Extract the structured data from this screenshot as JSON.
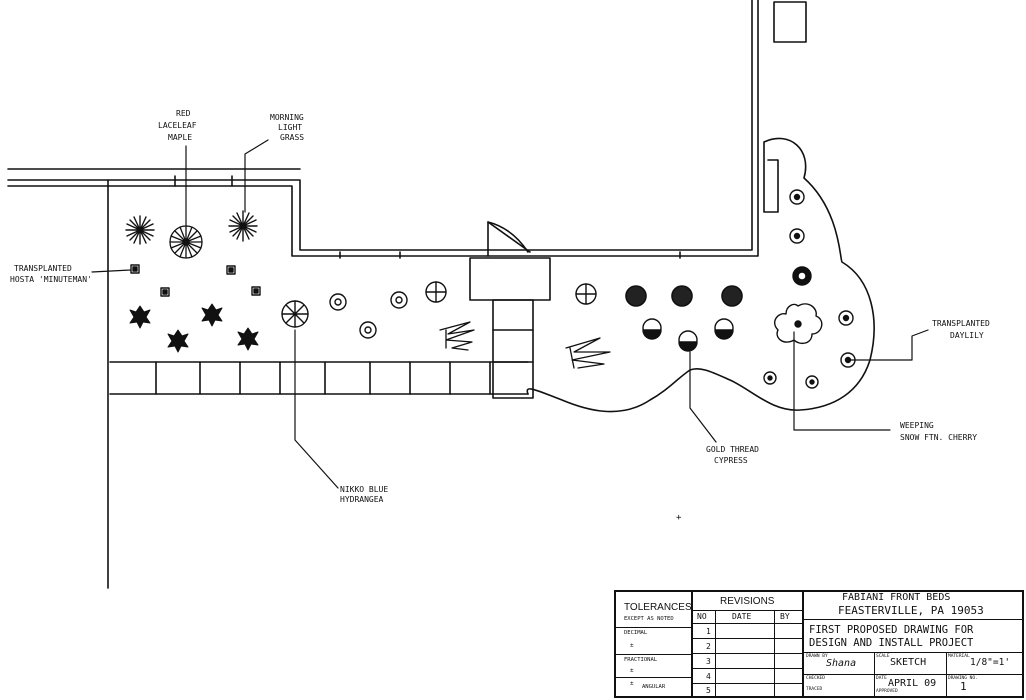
{
  "labels": {
    "red_maple": [
      "RED",
      "LACELEAF",
      "MAPLE"
    ],
    "morning_light": [
      "MORNING",
      "LIGHT",
      "GRASS"
    ],
    "hosta": [
      "TRANSPLANTED",
      "HOSTA 'MINUTEMAN'"
    ],
    "hydrangea": [
      "NIKKO BLUE",
      "HYDRANGEA"
    ],
    "cypress": [
      "GOLD THREAD",
      "CYPRESS"
    ],
    "daylily": [
      "TRANSPLANTED",
      "DAYLILY"
    ],
    "cherry": [
      "WEEPING",
      "SNOW FTN. CHERRY"
    ],
    "stray_mark": "+"
  },
  "title_block": {
    "tolerances_title": "TOLERANCES",
    "except_noted": "EXCEPT AS NOTED",
    "decimal": "DECIMAL",
    "fractional": "FRACTIONAL",
    "angular": "ANGULAR",
    "pm": "±",
    "revisions_title": "REVISIONS",
    "col_no": "NO",
    "col_date": "DATE",
    "col_by": "BY",
    "rev_numbers": [
      "1",
      "2",
      "3",
      "4",
      "5"
    ],
    "project_line1": "FABIANI FRONT BEDS",
    "project_line2": "FEASTERVILLE, PA 19053",
    "desc_line1": "FIRST PROPOSED DRAWING FOR",
    "desc_line2": "DESIGN AND INSTALL PROJECT",
    "drawn_by_label": "DRAWN BY",
    "drawn_by": "Shana",
    "scale_label": "SCALE",
    "scale": "SKETCH",
    "material_label": "MATERIAL",
    "material": "1/8\"=1'",
    "checked_label": "CHECKED",
    "date_label": "DATE",
    "date": "APRIL 09",
    "drawing_no_label": "DRAWING NO.",
    "drawing_no": "1",
    "traced_label": "TRACED",
    "approved_label": "APPROVED"
  }
}
